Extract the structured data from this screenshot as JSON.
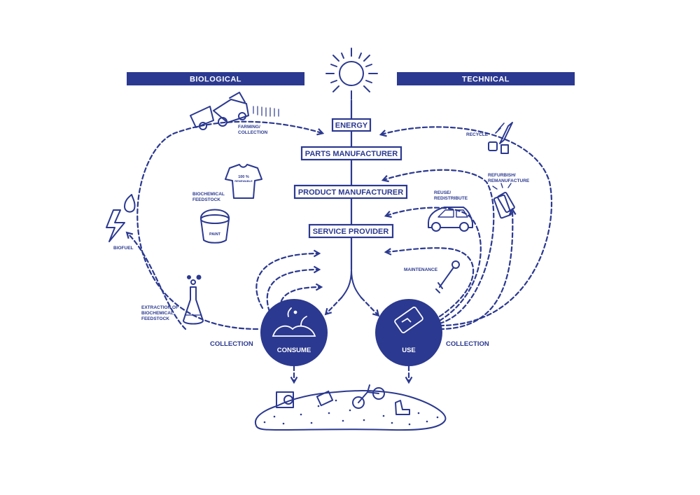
{
  "colors": {
    "primary": "#2b3990",
    "background": "#ffffff"
  },
  "headers": {
    "biological": "BIOLOGICAL",
    "technical": "TECHNICAL"
  },
  "stages": {
    "energy": "ENERGY",
    "parts_manufacturer": "PARTS MANUFACTURER",
    "product_manufacturer": "PRODUCT MANUFACTURER",
    "service_provider": "SERVICE PROVIDER"
  },
  "nodes": {
    "consume": "CONSUME",
    "use": "USE"
  },
  "biological_labels": {
    "farming_1": "FARMING/",
    "farming_2": "COLLECTION",
    "biochemical_1": "BIOCHEMICAL",
    "biochemical_2": "FEEDSTOCK",
    "paint": "PAINT",
    "tshirt": "100 %",
    "tshirt_2": "RENEWABLE",
    "biofuel": "BIOFUEL",
    "extraction_1": "EXTRACTION OF",
    "extraction_2": "BIOCHEMICAL",
    "extraction_3": "FEEDSTOCK",
    "collection": "COLLECTION"
  },
  "technical_labels": {
    "recycle": "RECYCLE",
    "refurbish_1": "REFURBISH/",
    "refurbish_2": "REMANUFACTURE",
    "reuse_1": "REUSE/",
    "reuse_2": "REDISTRIBUTE",
    "maintenance": "MAINTENANCE",
    "collection": "COLLECTION"
  },
  "icons": [
    "sun-icon",
    "tractor-icon",
    "tshirt-icon",
    "paint-bucket-icon",
    "biofuel-icon",
    "flask-icon",
    "compost-icon",
    "phone-icon",
    "recycle-materials-icon",
    "smartphone-icon",
    "car-icon",
    "wrench-icon",
    "landfill-icon"
  ]
}
